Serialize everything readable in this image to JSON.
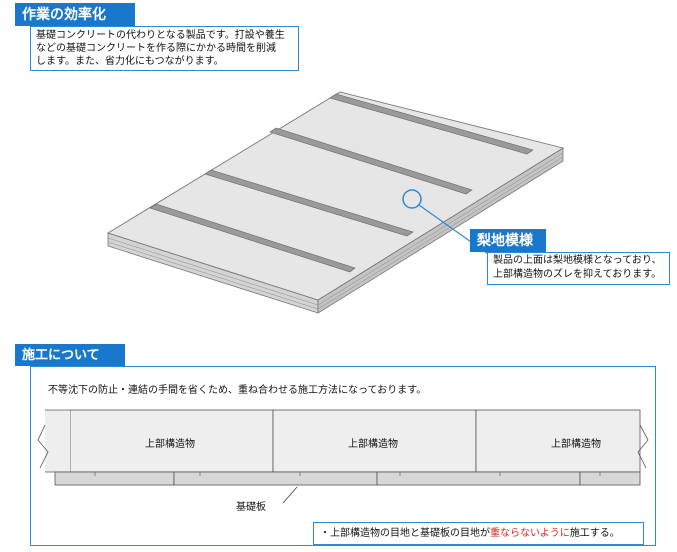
{
  "efficiency": {
    "title": "作業の効率化",
    "lines": [
      "基礎コンクリートの代わりとなる製品です。打設や養生",
      "などの基礎コンクリートを作る際にかかる時間を削減",
      "します。また、省力化にもつながります。"
    ]
  },
  "pattern": {
    "title": "梨地模様",
    "lines": [
      "製品の上面は梨地模様となっており、",
      "上部構造物のズレを抑えております。"
    ]
  },
  "construction": {
    "title": "施工について",
    "description": "不等沈下の防止・連結の手間を省くため、重ね合わせる施工方法になっております。",
    "upper_structure_labels": [
      "上部構造物",
      "上部構造物",
      "上部構造物"
    ],
    "base_plate_label": "基礎板",
    "note_prefix": "・上部構造物の目地と基礎板の目地が",
    "note_emphasis": "重ならないように",
    "note_suffix": "施工する。"
  },
  "colors": {
    "accent": "#1a78cc",
    "emphasis": "#e0241b"
  }
}
